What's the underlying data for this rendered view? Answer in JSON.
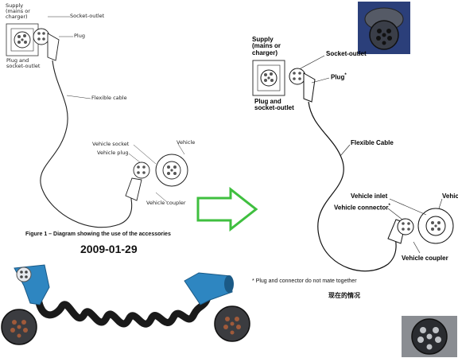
{
  "old_diagram": {
    "supply": [
      "Supply",
      "(mains or",
      "charger)"
    ],
    "socket_outlet": "Socket-outlet",
    "plug": "Plug",
    "plug_and_socket": [
      "Plug and",
      "socket-outlet"
    ],
    "flexible_cable": "Flexible cable",
    "vehicle_socket": "Vehicle socket",
    "vehicle_plug": "Vehicle plug",
    "vehicle": "Vehicle",
    "vehicle_coupler": "Vehicle coupler",
    "caption": "Figure 1 – Diagram showing the use of the accessories",
    "date": "2009-01-29"
  },
  "new_diagram": {
    "supply": [
      "Supply",
      "(mains or",
      "charger)"
    ],
    "socket_outlet": "Socket-outlet",
    "plug": "Plug",
    "plug_mark": "*",
    "plug_and_socket": [
      "Plug and",
      "socket-outlet"
    ],
    "flexible_cable": "Flexible Cable",
    "vehicle_inlet": "Vehicle inlet",
    "vehicle_connector": "Vehicle connector",
    "connector_mark": "*",
    "vehicle": "Vehic",
    "vehicle_coupler": "Vehicle coupler",
    "footnote": "* Plug and connector do not mate together",
    "status": "现在的情况"
  },
  "colors": {
    "arrow": "#3fbf3f",
    "cable_blue": "#2e86c1",
    "socket_photo_bg": "#2b3f7a"
  }
}
